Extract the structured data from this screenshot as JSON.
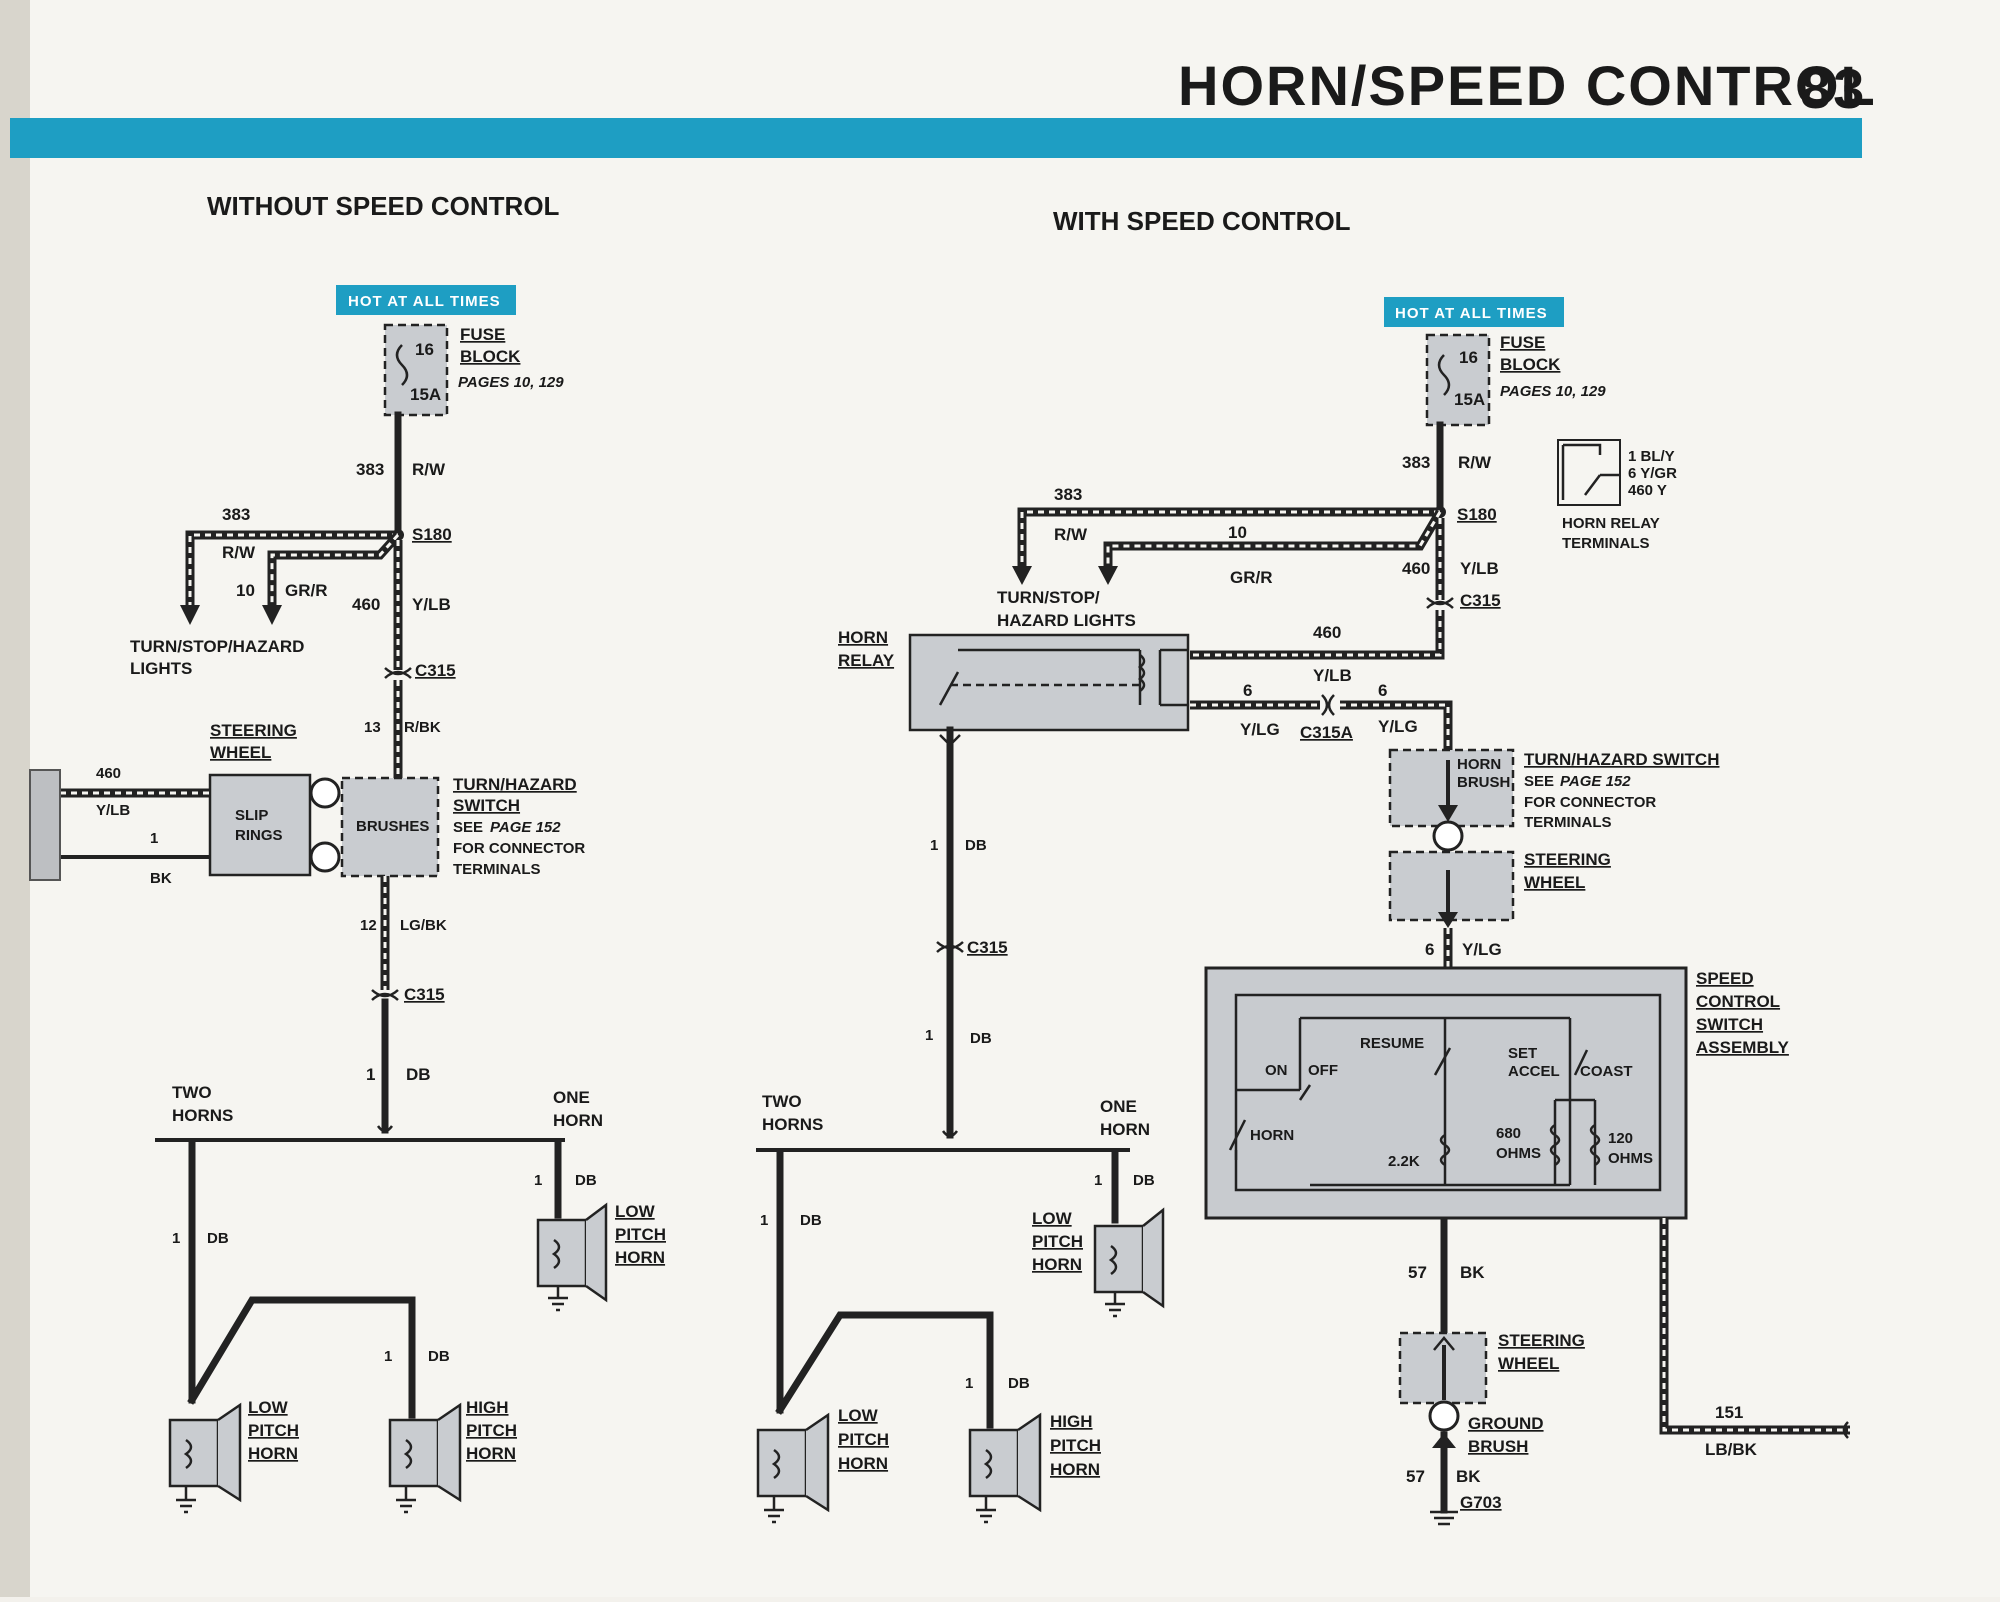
{
  "header": {
    "title": "HORN/SPEED CONTROL",
    "page_number": "83",
    "band_color": "#1e9ec3"
  },
  "left": {
    "title": "WITHOUT SPEED CONTROL",
    "hot": "HOT AT ALL TIMES",
    "fuse_num": "16",
    "fuse_amp": "15A",
    "fuse_block1": "FUSE",
    "fuse_block2": "BLOCK",
    "fuse_pages": "PAGES 10, 129",
    "w383": "383",
    "rw": "R/W",
    "s180": "S180",
    "w383b": "383",
    "rwb": "R/W",
    "w10": "10",
    "grr": "GR/R",
    "w460": "460",
    "ylb": "Y/LB",
    "tsh1": "TURN/STOP/HAZARD",
    "tsh2": "LIGHTS",
    "c315a": "C315",
    "w13": "13",
    "rbk": "R/BK",
    "sw1": "STEERING",
    "sw2": "WHEEL",
    "slip1": "SLIP",
    "slip2": "RINGS",
    "brushes": "BRUSHES",
    "th1": "TURN/HAZARD",
    "th2": "SWITCH",
    "th3": "SEE",
    "th3b": "PAGE 152",
    "th4": "FOR CONNECTOR",
    "th5": "TERMINALS",
    "w460b": "460",
    "ylbb": "Y/LB",
    "w1": "1",
    "bk": "BK",
    "w12": "12",
    "lgbk": "LG/BK",
    "c315b": "C315",
    "w1db": "1",
    "db": "DB",
    "two1": "TWO",
    "two2": "HORNS",
    "one1": "ONE",
    "one2": "HORN",
    "w1c": "1",
    "dbc": "DB",
    "w1d": "1",
    "dbd": "DB",
    "w1e": "1",
    "dbe": "DB",
    "low1": "LOW",
    "low2": "PITCH",
    "low3": "HORN",
    "lowb1": "LOW",
    "lowb2": "PITCH",
    "lowb3": "HORN",
    "high1": "HIGH",
    "high2": "PITCH",
    "high3": "HORN"
  },
  "right": {
    "title": "WITH SPEED CONTROL",
    "hot": "HOT AT ALL TIMES",
    "fuse_num": "16",
    "fuse_amp": "15A",
    "fuse_block1": "FUSE",
    "fuse_block2": "BLOCK",
    "fuse_pages": "PAGES 10, 129",
    "w383": "383",
    "rw": "R/W",
    "s180": "S180",
    "w383b": "383",
    "rwb": "R/W",
    "w10": "10",
    "grr": "GR/R",
    "w460": "460",
    "ylb": "Y/LB",
    "c315": "C315",
    "tsh1": "TURN/STOP/",
    "tsh2": "HAZARD LIGHTS",
    "relay1": "HORN",
    "relay2": "RELAY",
    "w460b": "460",
    "ylbb": "Y/LB",
    "w6a": "6",
    "ylga": "Y/LG",
    "c315a": "C315A",
    "w6b": "6",
    "ylgb": "Y/LG",
    "term1": "1 BL/Y",
    "term2": "6 Y/GR",
    "term3": "460 Y",
    "termlbl1": "HORN RELAY",
    "termlbl2": "TERMINALS",
    "hb1": "HORN",
    "hb2": "BRUSH",
    "th1": "TURN/HAZARD SWITCH",
    "th2": "SEE",
    "th2b": "PAGE 152",
    "th3": "FOR CONNECTOR",
    "th4": "TERMINALS",
    "sw1": "STEERING",
    "sw2": "WHEEL",
    "w6c": "6",
    "ylgc": "Y/LG",
    "w1a": "1",
    "dba": "DB",
    "c315b": "C315",
    "w1b": "1",
    "dbb": "DB",
    "two1": "TWO",
    "two2": "HORNS",
    "one1": "ONE",
    "one2": "HORN",
    "w1c": "1",
    "dbc": "DB",
    "w1d": "1",
    "dbd": "DB",
    "w1e": "1",
    "dbe": "DB",
    "low1": "LOW",
    "low2": "PITCH",
    "low3": "HORN",
    "lowb1": "LOW",
    "lowb2": "PITCH",
    "lowb3": "HORN",
    "high1": "HIGH",
    "high2": "PITCH",
    "high3": "HORN",
    "sc1": "SPEED",
    "sc2": "CONTROL",
    "sc3": "SWITCH",
    "sc4": "ASSEMBLY",
    "resume": "RESUME",
    "on": "ON",
    "off": "OFF",
    "set": "SET",
    "accel": "ACCEL",
    "coast": "COAST",
    "horn": "HORN",
    "r22k": "2.2K",
    "r680a": "680",
    "r680b": "OHMS",
    "r120a": "120",
    "r120b": "OHMS",
    "w57": "57",
    "bk": "BK",
    "sw3": "STEERING",
    "sw4": "WHEEL",
    "gb1": "GROUND",
    "gb2": "BRUSH",
    "w57b": "57",
    "bkb": "BK",
    "g703": "G703",
    "w151": "151",
    "lbbk": "LB/BK"
  }
}
